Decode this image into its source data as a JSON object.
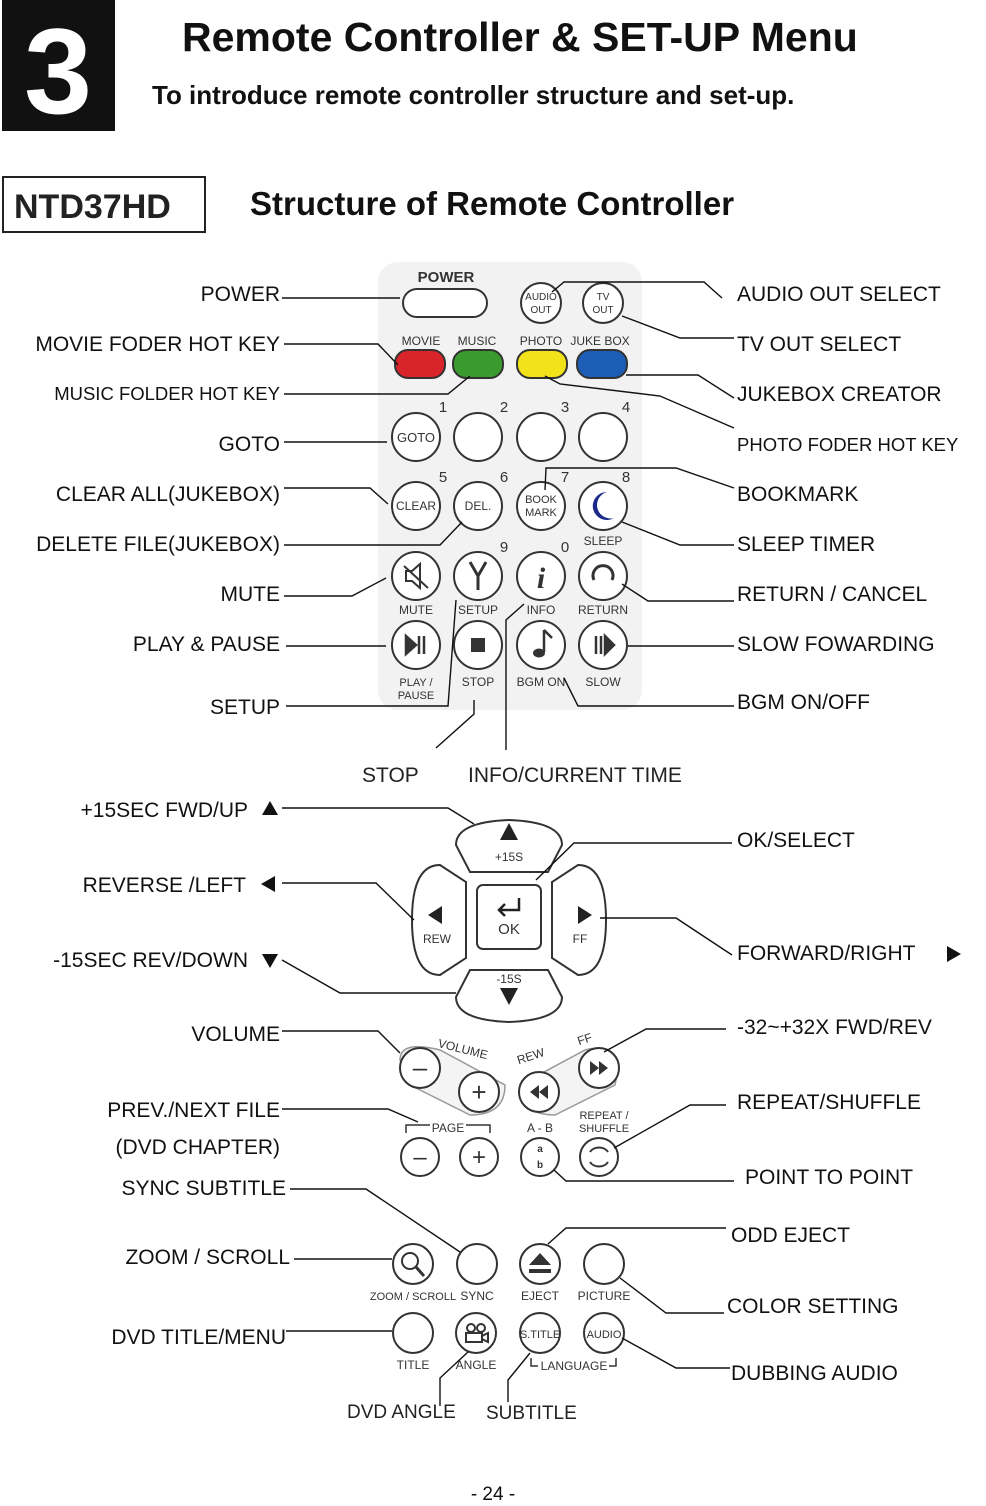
{
  "header": {
    "chapter_number": "3",
    "title": "Remote Controller & SET-UP Menu",
    "subtitle": "To introduce remote controller structure and set-up."
  },
  "model_logo": "NTD37HD",
  "section_title": "Structure of Remote Controller",
  "labels_left": {
    "power": "POWER",
    "movie": "MOVIE FODER HOT KEY",
    "music": "MUSIC FOLDER HOT KEY",
    "goto": "GOTO",
    "clear": "CLEAR ALL(JUKEBOX)",
    "delete": "DELETE FILE(JUKEBOX)",
    "mute": "MUTE",
    "play": "PLAY & PAUSE",
    "setup": "SETUP",
    "fwd15": "+15SEC FWD/UP",
    "reverse": "REVERSE /LEFT",
    "rev15": "-15SEC REV/DOWN",
    "volume": "VOLUME",
    "prevnext": "PREV./NEXT FILE",
    "chapter": "(DVD CHAPTER)",
    "sync": "SYNC SUBTITLE",
    "zoom": "ZOOM / SCROLL",
    "title": "DVD TITLE/MENU"
  },
  "labels_right": {
    "audio_out": "AUDIO OUT SELECT",
    "tv_out": "TV OUT SELECT",
    "jukebox": "JUKEBOX CREATOR",
    "photo": "PHOTO FODER HOT KEY",
    "bookmark": "BOOKMARK",
    "sleep": "SLEEP TIMER",
    "return": "RETURN / CANCEL",
    "slow": "SLOW FOWARDING",
    "bgm": "BGM ON/OFF",
    "ok": "OK/SELECT",
    "forward": "FORWARD/RIGHT",
    "fwdrev": "-32~+32X FWD/REV",
    "repeat": "REPEAT/SHUFFLE",
    "point": "POINT TO POINT",
    "eject": "ODD EJECT",
    "color": "COLOR SETTING",
    "dubbing": "DUBBING AUDIO"
  },
  "labels_bottom": {
    "stop": "STOP",
    "info": "INFO/CURRENT TIME",
    "angle": "DVD ANGLE",
    "subtitle": "SUBTITLE"
  },
  "remote_buttons": {
    "power": "POWER",
    "audio_out": [
      "AUDIO",
      "OUT"
    ],
    "tv_out": [
      "TV",
      "OUT"
    ],
    "movie": "MOVIE",
    "music": "MUSIC",
    "photo": "PHOTO",
    "jukebox": "JUKE BOX",
    "goto": "GOTO",
    "clear": "CLEAR",
    "del": "DEL.",
    "bookmark": [
      "BOOK",
      "MARK"
    ],
    "sleep": "SLEEP",
    "mute": "MUTE",
    "setup": "SETUP",
    "info": "INFO",
    "return": "RETURN",
    "play": [
      "PLAY /",
      "PAUSE"
    ],
    "stop": "STOP",
    "bgm": "BGM ON",
    "slow": "SLOW",
    "digits": [
      "1",
      "2",
      "3",
      "4",
      "5",
      "6",
      "7",
      "8",
      "9",
      "0"
    ],
    "plus15": "+15S",
    "minus15": "-15S",
    "rew": "REW",
    "ff": "FF",
    "ok": "OK",
    "volume": "VOLUME",
    "page": "PAGE",
    "ab": "A - B",
    "repeat": [
      "REPEAT /",
      "SHUFFLE"
    ],
    "zoom": "ZOOM / SCROLL",
    "sync": "SYNC",
    "eject": "EJECT",
    "picture": "PICTURE",
    "title": "TITLE",
    "angle": "ANGLE",
    "stitle": "S.TITLE",
    "audio": "AUDIO",
    "language": "LANGUAGE"
  },
  "colors": {
    "movie": "#d9242a",
    "music": "#3a9a2e",
    "photo": "#f2e21a",
    "jukebox": "#1c5db7"
  },
  "page_number": "- 24 -"
}
